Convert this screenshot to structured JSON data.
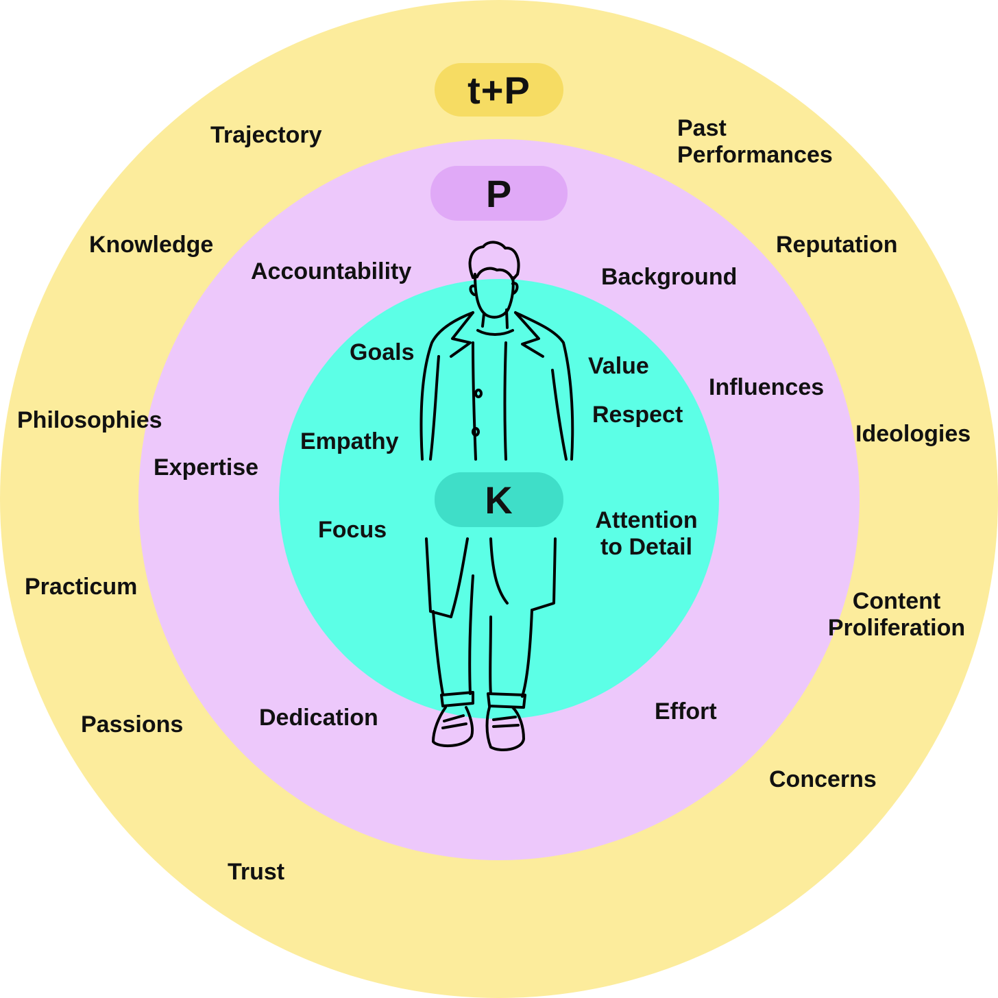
{
  "colors": {
    "outer_ring": "#FCEC9C",
    "outer_pill": "#F6DC63",
    "middle_ring": "#EDC8FB",
    "middle_pill": "#E0A9F7",
    "inner_ring": "#5CFFE6",
    "inner_pill": "#3FDEC8"
  },
  "rings": {
    "outer": {
      "title": "t+P",
      "items": [
        "Trajectory",
        "Past Performances",
        "Knowledge",
        "Reputation",
        "Philosophies",
        "Ideologies",
        "Practicum",
        "Content Proliferation",
        "Passions",
        "Concerns",
        "Trust"
      ]
    },
    "middle": {
      "title": "P",
      "items": [
        "Accountability",
        "Background",
        "Influences",
        "Expertise",
        "Dedication",
        "Effort"
      ]
    },
    "inner": {
      "title": "K",
      "items": [
        "Goals",
        "Value",
        "Respect",
        "Empathy",
        "Focus",
        "Attention to Detail"
      ]
    }
  },
  "figure_icon": "standing-person-illustration"
}
